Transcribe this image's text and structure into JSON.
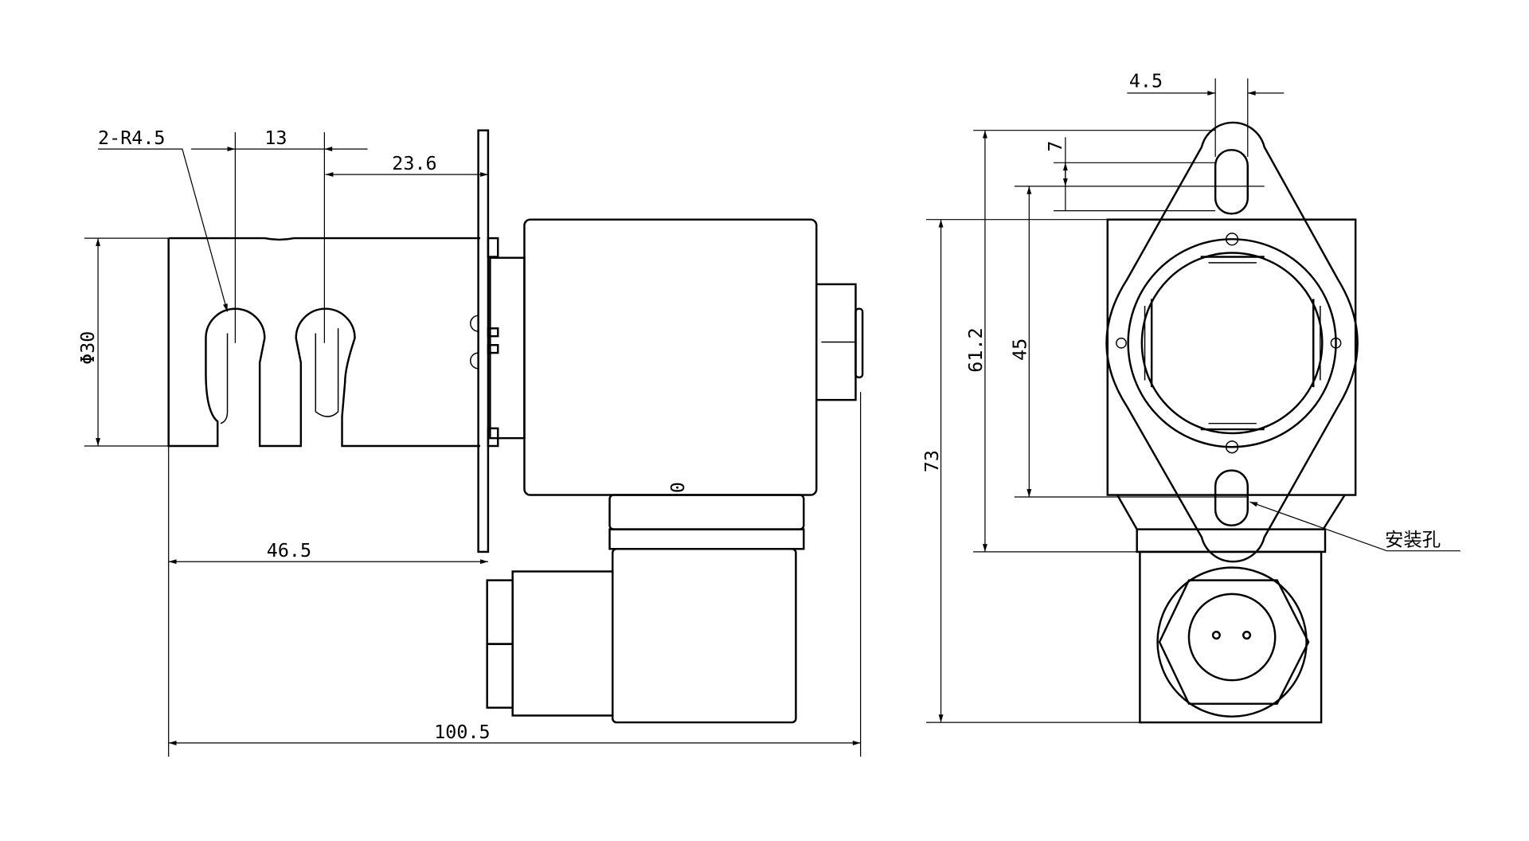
{
  "drawing": {
    "side_view": {
      "dims": {
        "slot_radius": "2-R4.5",
        "slot_pitch": "13",
        "slot_to_plate": "23.6",
        "diameter": "Φ30",
        "body_length": "46.5",
        "total_length": "100.5"
      },
      "coil_mark": "0"
    },
    "front_view": {
      "dims": {
        "hole_width": "4.5",
        "hole_offset": "7",
        "hole_distance": "61.2",
        "housing_to_hole": "45",
        "total_height": "73"
      },
      "mounting_hole_label": "安装孔"
    }
  }
}
